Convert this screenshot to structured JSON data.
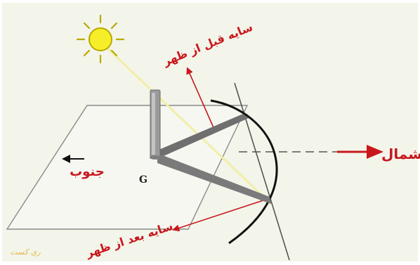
{
  "labels": {
    "shadow_before_noon": "سایه قبل از ظهر",
    "shadow_after_noon": "سایه بعد از ظهر",
    "north": "شمال",
    "south": "جنوب",
    "gnomon_point": "G"
  },
  "watermark": "ری کست",
  "icons": {
    "sun": "sun-icon",
    "north_arrow": "arrow-right-icon",
    "south_arrow": "arrow-left-icon"
  },
  "colors": {
    "background": "#ffffff",
    "panel": "#f3f5ea",
    "label_red": "#c8181e",
    "sun_fill": "#f7ee2a",
    "sun_stroke": "#b8a900",
    "shadow_gray": "#6f6f6f",
    "arc": "#111111"
  }
}
